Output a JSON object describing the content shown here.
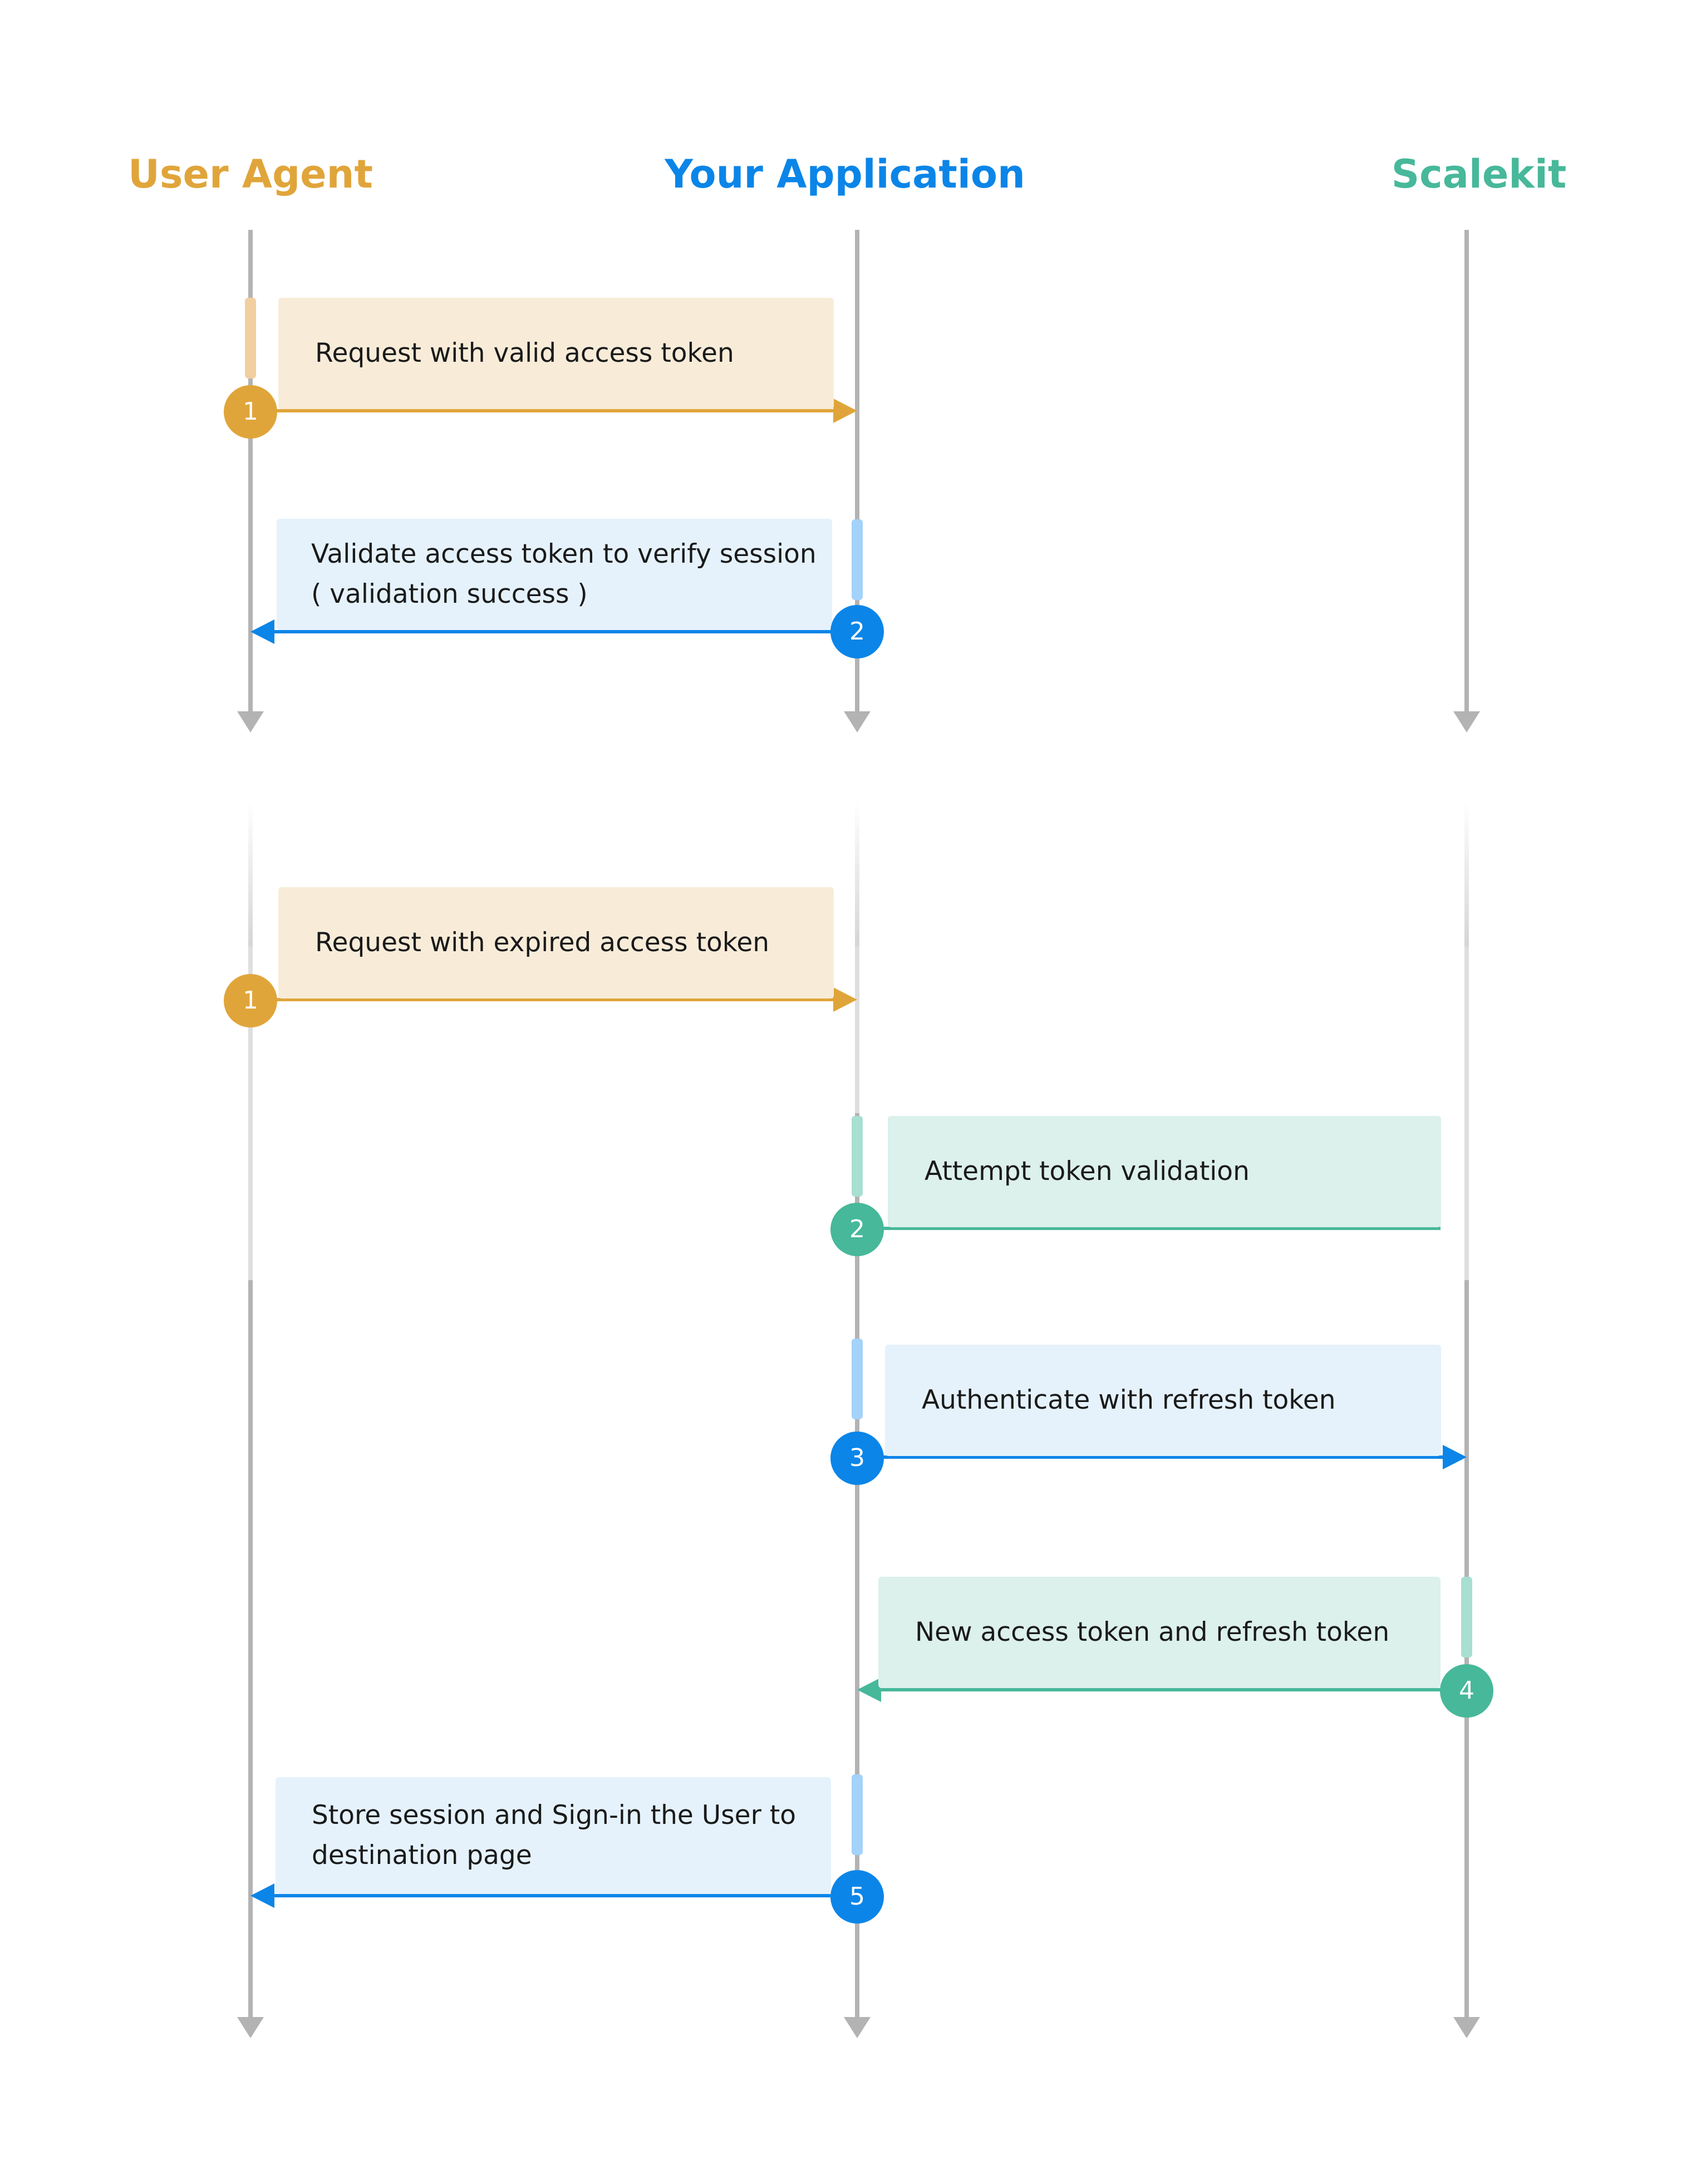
{
  "colors": {
    "user_agent": "#E0A53A",
    "your_application": "#0B85E8",
    "scalekit": "#47B89A",
    "lifeline": "#B3B3B3",
    "box_orange": "#F8ECD9",
    "box_blue": "#E5F2FC",
    "box_teal": "#DCF0EC",
    "act_orange": "#F2CFA0",
    "act_blue": "#A3D2FA",
    "act_teal": "#A8DFD1"
  },
  "actors": {
    "user_agent": "User Agent",
    "your_application": "Your Application",
    "scalekit": "Scalekit"
  },
  "flow1": {
    "m1": {
      "step": "1",
      "text": "Request with valid access token"
    },
    "m2": {
      "step": "2",
      "text": "Validate access token to verify session\n( validation success )"
    }
  },
  "flow2": {
    "m1": {
      "step": "1",
      "text": "Request with expired access token"
    },
    "m2": {
      "step": "2",
      "text": "Attempt token validation"
    },
    "m3": {
      "step": "3",
      "text": "Authenticate with refresh token"
    },
    "m4": {
      "step": "4",
      "text": "New access token and refresh token"
    },
    "m5": {
      "step": "5",
      "text": "Store session and Sign-in the User to\ndestination page"
    }
  }
}
